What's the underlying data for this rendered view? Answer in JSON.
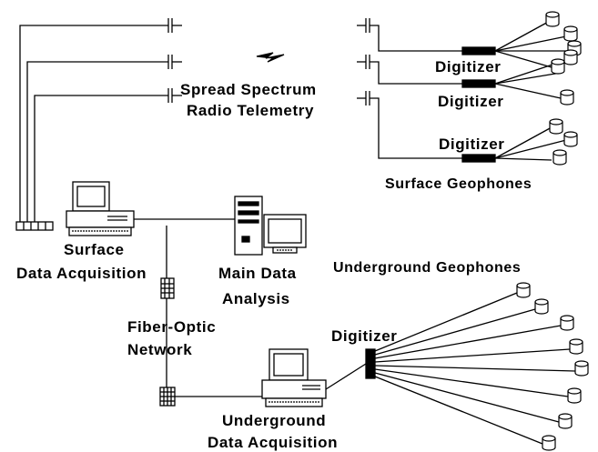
{
  "labels": {
    "radio_line1": "Spread Spectrum",
    "radio_line2": "Radio Telemetry",
    "digitizer_1": "Digitizer",
    "digitizer_2": "Digitizer",
    "digitizer_3": "Digitizer",
    "digitizer_ug": "Digitizer",
    "surface_geophones": "Surface Geophones",
    "underground_geophones": "Underground Geophones",
    "surface_da_line1": "Surface",
    "surface_da_line2": "Data Acquisition",
    "main_analysis_line1": "Main Data",
    "main_analysis_line2": "Analysis",
    "fiber_line1": "Fiber-Optic",
    "fiber_line2": "Network",
    "underground_da_line1": "Underground",
    "underground_da_line2": "Data Acquisition"
  },
  "icons": {
    "antenna": "antenna-icon",
    "lightning": "lightning-bolt-icon",
    "geophone": "geophone-icon",
    "computer": "desktop-computer-icon",
    "tower": "tower-computer-icon",
    "fiber_node": "fiber-node-icon"
  }
}
